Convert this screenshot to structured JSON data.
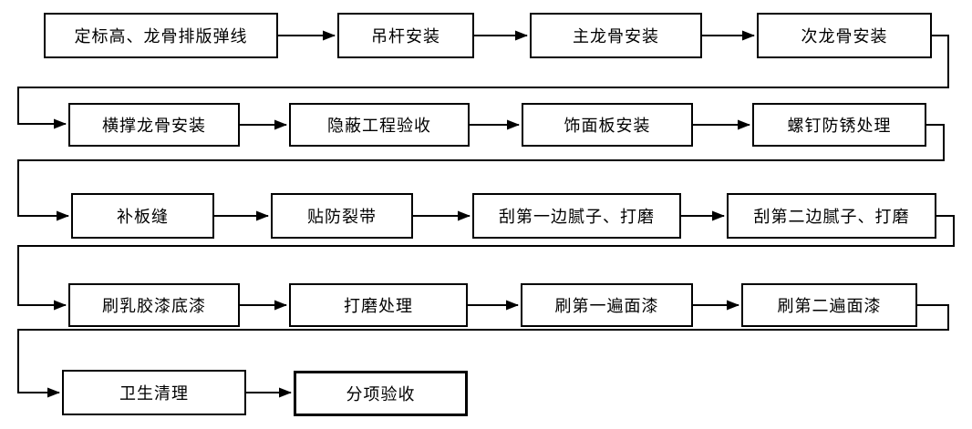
{
  "flowchart": {
    "type": "flowchart",
    "flow": "linear-serpentine-left-to-right",
    "colors": {
      "background": "#ffffff",
      "box_border": "#000000",
      "line": "#000000",
      "text": "#000000"
    },
    "nodes": [
      {
        "label": "定标高、龙骨排版弹线"
      },
      {
        "label": "吊杆安装"
      },
      {
        "label": "主龙骨安装"
      },
      {
        "label": "次龙骨安装"
      },
      {
        "label": "横撑龙骨安装"
      },
      {
        "label": "隐蔽工程验收"
      },
      {
        "label": "饰面板安装"
      },
      {
        "label": "螺钉防锈处理"
      },
      {
        "label": "补板缝"
      },
      {
        "label": "贴防裂带"
      },
      {
        "label": "刮第一边腻子、打磨"
      },
      {
        "label": "刮第二边腻子、打磨"
      },
      {
        "label": "刷乳胶漆底漆"
      },
      {
        "label": "打磨处理"
      },
      {
        "label": "刷第一遍面漆"
      },
      {
        "label": "刷第二遍面漆"
      },
      {
        "label": "卫生清理"
      },
      {
        "label": "分项验收"
      }
    ]
  }
}
